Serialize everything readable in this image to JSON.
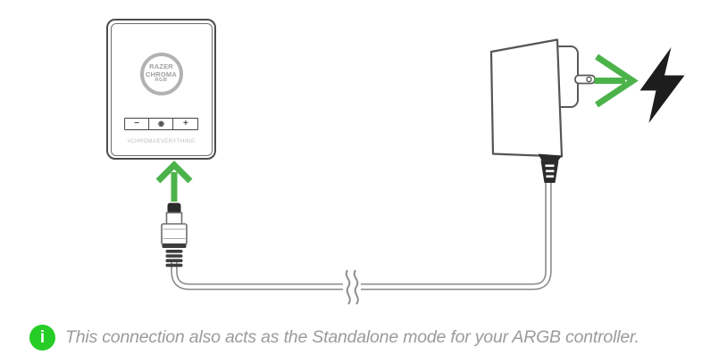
{
  "device": {
    "logo": {
      "line1": "RAZER",
      "line2": "CHROMA",
      "line3": "RGB"
    },
    "buttons": [
      {
        "name": "minus-button",
        "label": "−"
      },
      {
        "name": "mode-button",
        "label": "◉"
      },
      {
        "name": "plus-button",
        "label": "+"
      }
    ],
    "tagline": "#CHROMAEVERYTHING"
  },
  "note": {
    "icon": "info-icon",
    "icon_glyph": "i",
    "text": "This connection also acts as the Standalone mode for your ARGB controller."
  },
  "icons": {
    "up_arrow": "up-arrow-icon",
    "right_arrow": "right-arrow-icon",
    "lightning": "lightning-bolt-icon",
    "info": "info-icon"
  },
  "colors": {
    "arrow_green": "#4CB34B",
    "info_green": "#26CD26",
    "bolt_black": "#1D1D1D",
    "device_outline_gray": "#4C4C4C",
    "cable_gray": "#8E8E8E",
    "note_text_gray": "#9B9B9B"
  }
}
